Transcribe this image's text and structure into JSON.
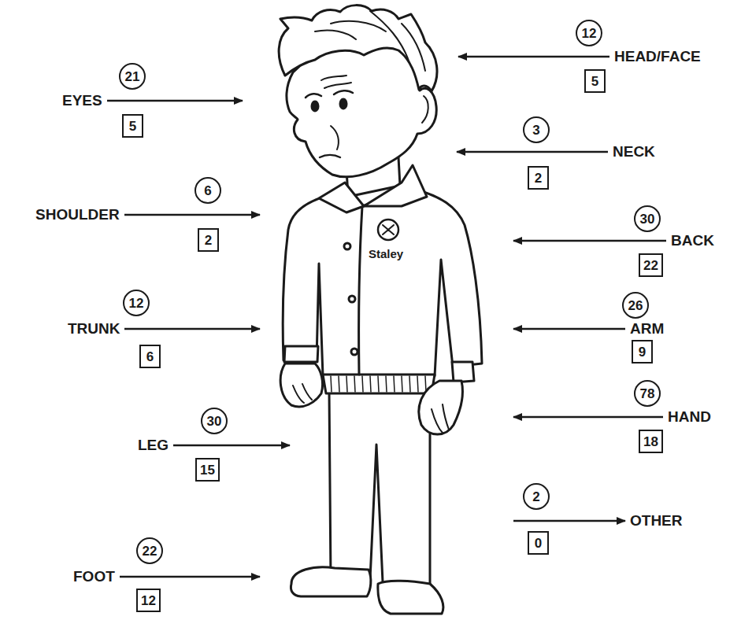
{
  "diagram": {
    "nodes": [
      {
        "text": [
          "12"
        ]
      },
      {
        "text": [
          "5"
        ]
      },
      {
        "text": [
          "21"
        ]
      },
      {
        "text": [
          "5"
        ]
      },
      {
        "text": [
          "3"
        ]
      },
      {
        "text": [
          "2"
        ]
      },
      {
        "text": [
          "6"
        ]
      },
      {
        "text": [
          "2"
        ]
      },
      {
        "text": [
          "30"
        ]
      },
      {
        "text": [
          "22"
        ]
      },
      {
        "text": [
          "12"
        ]
      },
      {
        "text": [
          "6"
        ]
      },
      {
        "text": [
          "26"
        ]
      },
      {
        "text": [
          "9"
        ]
      },
      {
        "text": [
          "78"
        ]
      },
      {
        "text": [
          "18"
        ]
      },
      {
        "text": [
          "30"
        ]
      },
      {
        "text": [
          "15"
        ]
      },
      {
        "text": [
          "2"
        ]
      },
      {
        "text": [
          "0"
        ]
      },
      {
        "text": [
          "22"
        ]
      },
      {
        "text": [
          "12"
        ]
      }
    ],
    "labels": [
      "HEAD/FACE",
      "EYES",
      "NECK",
      "SHOULDER",
      "BACK",
      "TRUNK",
      "ARM",
      "HAND",
      "LEG",
      "OTHER",
      "FOOT",
      "Staley"
    ]
  }
}
